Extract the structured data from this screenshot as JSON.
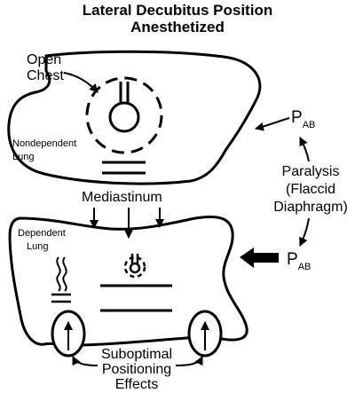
{
  "title": {
    "line1": "Lateral Decubitus Position",
    "line2": "Anesthetized"
  },
  "labels": {
    "open_line1": "Open",
    "open_line2": "Chest",
    "nondep_line1": "Nondependent",
    "nondep_line2": "Lung",
    "mediastinum": "Mediastinum",
    "dep_line1": "Dependent",
    "dep_line2": "Lung",
    "paralysis_line1": "Paralysis",
    "paralysis_line2": "(Flaccid",
    "paralysis_line3": "Diaphragm)",
    "pab_main": "P",
    "pab_sub": "AB",
    "subopt_line1": "Suboptimal",
    "subopt_line2": "Positioning",
    "subopt_line3": "Effects"
  },
  "colors": {
    "stroke": "#000000",
    "background": "#ffffff"
  }
}
